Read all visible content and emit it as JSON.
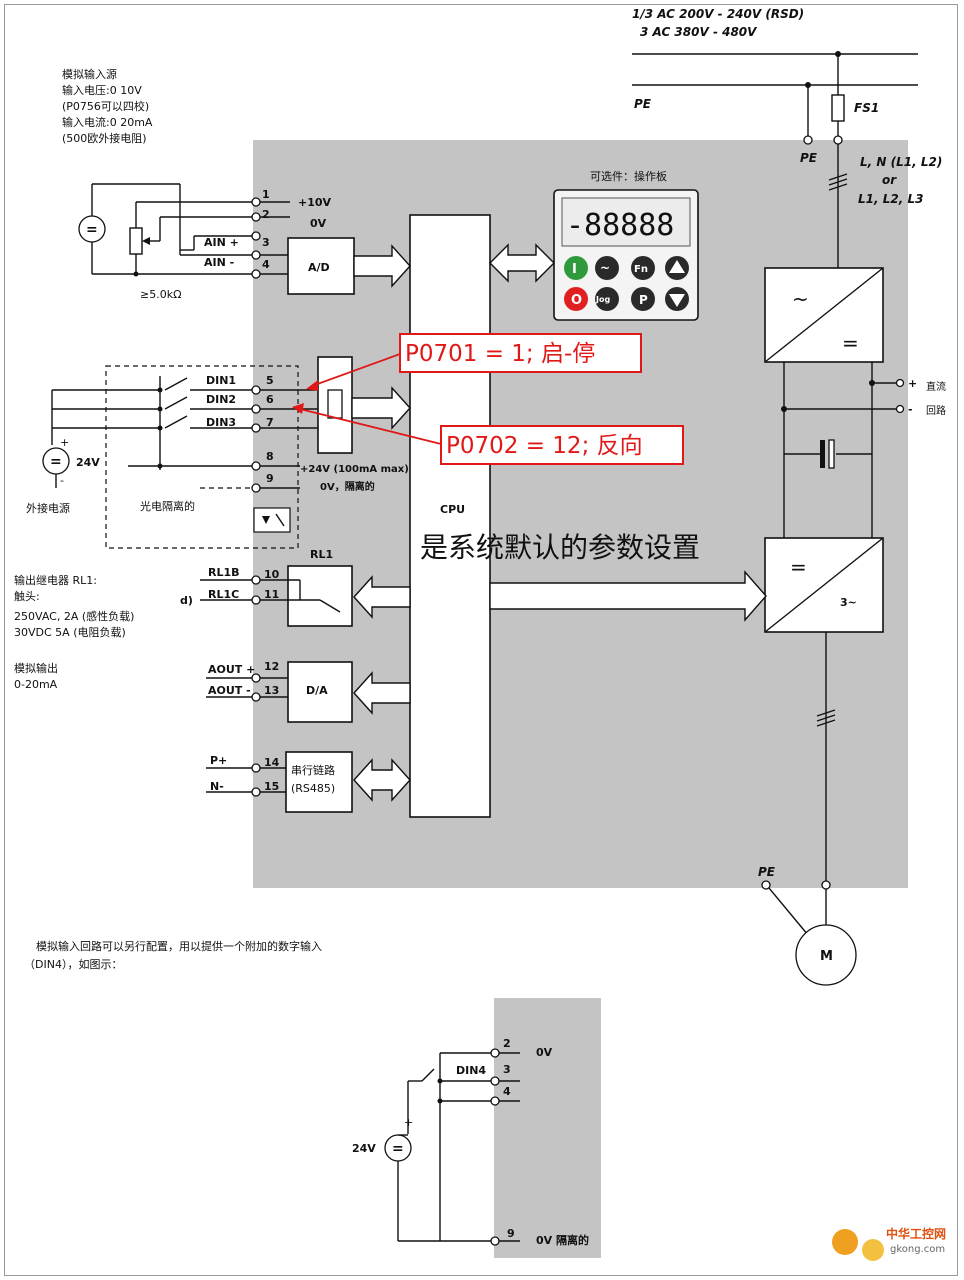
{
  "supply": {
    "line1": "1/3 AC 200V - 240V (RSD)",
    "line2": "3 AC 380V - 480V",
    "pe": "PE",
    "fuse": "FS1",
    "pe2": "PE",
    "lines1": "L, N (L1, L2)",
    "or": "or",
    "lines2": "L1, L2, L3"
  },
  "analog_input": {
    "title": "模拟输入源",
    "voltage": "输入电压:0 10V",
    "note1": "(P0756可以四校)",
    "current": "输入电流:0 20mA",
    "note2": "(500欧外接电阻)",
    "pot": "≥5.0kΩ"
  },
  "terminals": {
    "t1": "1",
    "t1_label": "+10V",
    "t2": "2",
    "t2_label": "0V",
    "t3": "3",
    "t3_label": "AIN +",
    "t4": "4",
    "t4_label": "AIN -",
    "t5": "5",
    "t5_label": "DIN1",
    "t6": "6",
    "t6_label": "DIN2",
    "t7": "7",
    "t7_label": "DIN3",
    "t8": "8",
    "t8_label": "+24V (100mA max)",
    "t9": "9",
    "t9_label": "0V，隔离的",
    "t10": "10",
    "t10_label": "RL1B",
    "t11": "11",
    "t11_label": "RL1C",
    "t12": "12",
    "t12_label": "AOUT +",
    "t13": "13",
    "t13_label": "AOUT -",
    "t14": "14",
    "t14_label": "P+",
    "t15": "15",
    "t15_label": "N-"
  },
  "blocks": {
    "ad": "A/D",
    "cpu": "CPU",
    "relay": "RL1",
    "da": "D/A",
    "serial1": "串行链路",
    "serial2": "(RS485)",
    "panel_title": "可选件：操作板",
    "display": "-88888"
  },
  "panel_buttons": {
    "run": "I",
    "jog_mode": "~",
    "fn": "Fn",
    "stop": "O",
    "jog": "Jog",
    "p": "P"
  },
  "external_power": {
    "voltage": "24V",
    "label": "外接电源",
    "isolation": "光电隔离的"
  },
  "relay_output": {
    "title": "输出继电器 RL1:",
    "contact": "触头:",
    "ac": "250VAC, 2A (感性负载)",
    "dc": "30VDC 5A (电阻负载)",
    "fragment": "d)"
  },
  "analog_output": {
    "title": "模拟输出",
    "range": "0-20mA"
  },
  "dc_link": {
    "plus": "+",
    "minus": "-",
    "label1": "直流",
    "label2": "回路"
  },
  "converter": {
    "rect_ac": "~",
    "rect_dc": "=",
    "inv_dc": "=",
    "inv_ac": "3~"
  },
  "motor": {
    "label": "M",
    "pe": "PE"
  },
  "annotations": {
    "p0701": "P0701 = 1;  启-停",
    "p0702": "P0702 = 12;  反向",
    "default": "是系统默认的参数设置"
  },
  "din4_section": {
    "note1": "模拟输入回路可以另行配置，用以提供一个附加的数字输入",
    "note2": "（DIN4），如图示：",
    "t2": "2",
    "t2_label": "0V",
    "t3": "3",
    "t4": "4",
    "din4": "DIN4",
    "t9": "9",
    "t9_label": "0V 隔离的",
    "voltage": "24V"
  },
  "watermark": {
    "site": "中华工控网",
    "url": "gkong.com"
  },
  "colors": {
    "panel_gray": "#c4c4c4",
    "annotation_red": "#e01818",
    "button_green": "#2f9a3c",
    "button_red": "#e02020",
    "button_dark": "#2a2a2a"
  }
}
